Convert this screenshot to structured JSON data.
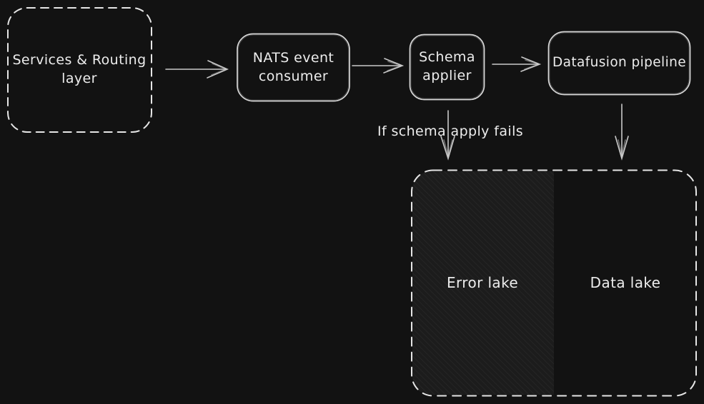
{
  "diagram": {
    "background_color": "#121212",
    "stroke_color": "#d8d8d8",
    "dashed_stroke_color": "#e6e6e6",
    "text_color": "#ececec",
    "hatch_fill": "rgba(255,255,255,0.045)",
    "nodes": {
      "services_routing": {
        "label": "Services & Routing\nlayer",
        "style": "dashed-rounded-box"
      },
      "nats": {
        "label": "NATS event\nconsumer",
        "style": "solid-rounded-box"
      },
      "schema": {
        "label": "Schema\napplier",
        "style": "solid-rounded-box"
      },
      "datafusion": {
        "label": "Datafusion pipeline",
        "style": "solid-rounded-box"
      },
      "lake_container": {
        "style": "dashed-rounded-box"
      },
      "error_lake": {
        "label": "Error lake",
        "style": "hatched-region"
      },
      "data_lake": {
        "label": "Data lake",
        "style": "plain-region"
      }
    },
    "annotations": {
      "schema_fail": "If schema apply fails"
    },
    "edges": [
      {
        "from": "services_routing",
        "to": "nats"
      },
      {
        "from": "nats",
        "to": "schema"
      },
      {
        "from": "schema",
        "to": "datafusion"
      },
      {
        "from": "schema",
        "to": "error_lake",
        "label": "If schema apply fails"
      },
      {
        "from": "datafusion",
        "to": "data_lake"
      }
    ]
  }
}
